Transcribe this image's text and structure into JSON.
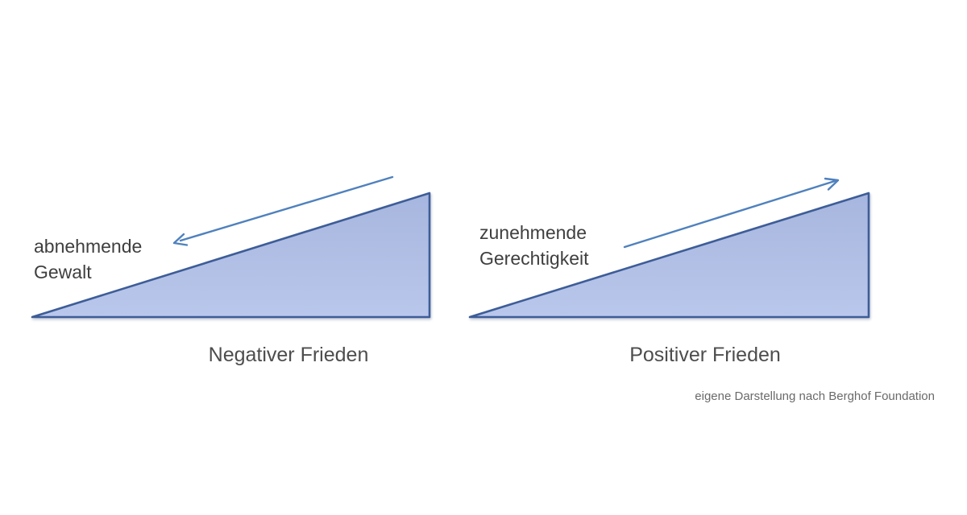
{
  "diagram": {
    "left_panel": {
      "slope_label": {
        "line1": "abnehmende",
        "line2": "Gewalt"
      },
      "title": "Negativer Frieden"
    },
    "right_panel": {
      "slope_label": {
        "line1": "zunehmende",
        "line2": "Gerechtigkeit"
      },
      "title": "Positiver Frieden"
    },
    "caption": "eigene Darstellung nach Berghof Foundation",
    "colors": {
      "triangle_fill_top": "#a7b6de",
      "triangle_fill_bottom": "#bac7ec",
      "triangle_border": "#3d5d97",
      "arrow": "#4f81bd",
      "label_text": "#3f3f3f",
      "title_text": "#4d4d4d",
      "caption_text": "#6a6a6a"
    }
  }
}
